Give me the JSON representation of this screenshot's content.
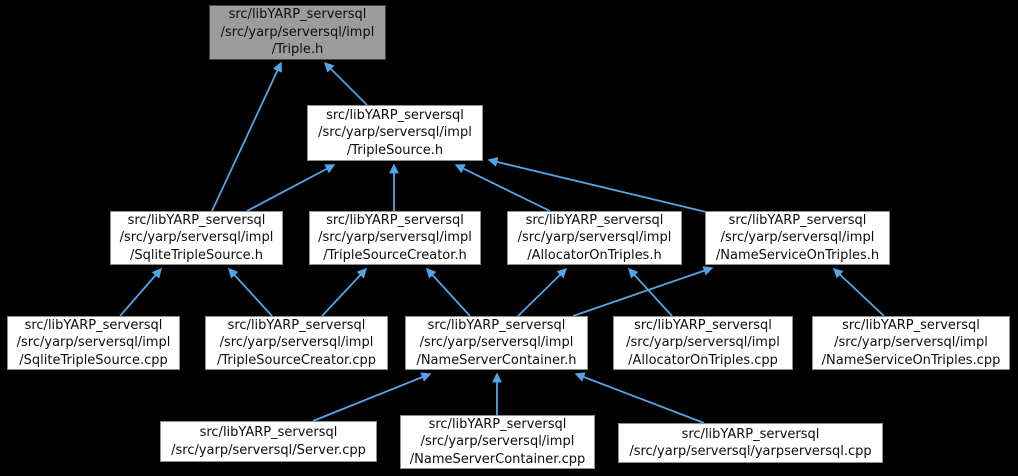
{
  "diagram": {
    "type": "doxygen-included-by-graph",
    "colors": {
      "background": "#000000",
      "edge": "#55a4e7",
      "node_fill": "#ffffff",
      "node_border": "#8f8f8f",
      "highlight_node_fill": "#9c9c9c",
      "highlight_node_border": "#454545",
      "text": "#0d0d0d"
    },
    "nodes": [
      {
        "id": "triple-h",
        "highlighted": true,
        "lines": [
          "src/libYARP_serversql",
          "/src/yarp/serversql/impl",
          "/Triple.h"
        ]
      },
      {
        "id": "triplesource-h",
        "highlighted": false,
        "lines": [
          "src/libYARP_serversql",
          "/src/yarp/serversql/impl",
          "/TripleSource.h"
        ]
      },
      {
        "id": "sqlitetriplesource-h",
        "highlighted": false,
        "lines": [
          "src/libYARP_serversql",
          "/src/yarp/serversql/impl",
          "/SqliteTripleSource.h"
        ]
      },
      {
        "id": "triplesourcecreator-h",
        "highlighted": false,
        "lines": [
          "src/libYARP_serversql",
          "/src/yarp/serversql/impl",
          "/TripleSourceCreator.h"
        ]
      },
      {
        "id": "allocatorontriples-h",
        "highlighted": false,
        "lines": [
          "src/libYARP_serversql",
          "/src/yarp/serversql/impl",
          "/AllocatorOnTriples.h"
        ]
      },
      {
        "id": "nameserviceontriples-h",
        "highlighted": false,
        "lines": [
          "src/libYARP_serversql",
          "/src/yarp/serversql/impl",
          "/NameServiceOnTriples.h"
        ]
      },
      {
        "id": "sqlitetriplesource-cpp",
        "highlighted": false,
        "lines": [
          "src/libYARP_serversql",
          "/src/yarp/serversql/impl",
          "/SqliteTripleSource.cpp"
        ]
      },
      {
        "id": "triplesourcecreator-cpp",
        "highlighted": false,
        "lines": [
          "src/libYARP_serversql",
          "/src/yarp/serversql/impl",
          "/TripleSourceCreator.cpp"
        ]
      },
      {
        "id": "nameservercontainer-h",
        "highlighted": false,
        "lines": [
          "src/libYARP_serversql",
          "/src/yarp/serversql/impl",
          "/NameServerContainer.h"
        ]
      },
      {
        "id": "allocatorontriples-cpp",
        "highlighted": false,
        "lines": [
          "src/libYARP_serversql",
          "/src/yarp/serversql/impl",
          "/AllocatorOnTriples.cpp"
        ]
      },
      {
        "id": "nameserviceontriples-cpp",
        "highlighted": false,
        "lines": [
          "src/libYARP_serversql",
          "/src/yarp/serversql/impl",
          "/NameServiceOnTriples.cpp"
        ]
      },
      {
        "id": "server-cpp",
        "highlighted": false,
        "lines": [
          "src/libYARP_serversql",
          "/src/yarp/serversql/Server.cpp"
        ]
      },
      {
        "id": "nameservercontainer-cpp",
        "highlighted": false,
        "lines": [
          "src/libYARP_serversql",
          "/src/yarp/serversql/impl",
          "/NameServerContainer.cpp"
        ]
      },
      {
        "id": "yarpserversql-cpp",
        "highlighted": false,
        "lines": [
          "src/libYARP_serversql",
          "/src/yarp/serversql/yarpserversql.cpp"
        ]
      }
    ],
    "edges": [
      {
        "from": "triplesource-h",
        "to": "triple-h"
      },
      {
        "from": "sqlitetriplesource-h",
        "to": "triple-h"
      },
      {
        "from": "sqlitetriplesource-h",
        "to": "triplesource-h"
      },
      {
        "from": "triplesourcecreator-h",
        "to": "triplesource-h"
      },
      {
        "from": "allocatorontriples-h",
        "to": "triplesource-h"
      },
      {
        "from": "nameserviceontriples-h",
        "to": "triplesource-h"
      },
      {
        "from": "sqlitetriplesource-cpp",
        "to": "sqlitetriplesource-h"
      },
      {
        "from": "triplesourcecreator-cpp",
        "to": "sqlitetriplesource-h"
      },
      {
        "from": "triplesourcecreator-cpp",
        "to": "triplesourcecreator-h"
      },
      {
        "from": "nameservercontainer-h",
        "to": "triplesourcecreator-h"
      },
      {
        "from": "nameservercontainer-h",
        "to": "allocatorontriples-h"
      },
      {
        "from": "nameservercontainer-h",
        "to": "nameserviceontriples-h"
      },
      {
        "from": "allocatorontriples-cpp",
        "to": "allocatorontriples-h"
      },
      {
        "from": "nameserviceontriples-cpp",
        "to": "nameserviceontriples-h"
      },
      {
        "from": "server-cpp",
        "to": "nameservercontainer-h"
      },
      {
        "from": "nameservercontainer-cpp",
        "to": "nameservercontainer-h"
      },
      {
        "from": "yarpserversql-cpp",
        "to": "nameservercontainer-h"
      }
    ]
  }
}
